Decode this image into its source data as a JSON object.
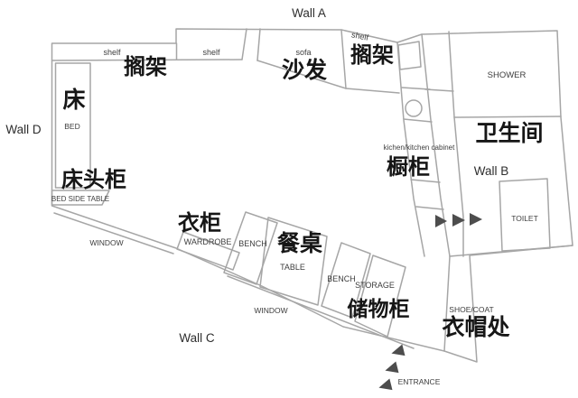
{
  "walls": {
    "a": "Wall A",
    "b": "Wall B",
    "c": "Wall C",
    "d": "Wall D"
  },
  "labels": {
    "bed": {
      "zh": "床",
      "en": "BED"
    },
    "bedside_table": {
      "zh": "床头柜",
      "en": "BED SIDE TABLE"
    },
    "shelf_left": {
      "zh": "搁架",
      "en": "shelf"
    },
    "shelf_mid": {
      "en": "shelf"
    },
    "sofa": {
      "zh": "沙发",
      "en": "sofa"
    },
    "shelf_right": {
      "zh": "搁架",
      "en": "shelf"
    },
    "wardrobe": {
      "zh": "衣柜",
      "en": "WARDROBE"
    },
    "bench_left": {
      "en": "BENCH"
    },
    "dining_table": {
      "zh": "餐桌",
      "en": "TABLE"
    },
    "bench_right": {
      "en": "BENCH"
    },
    "storage": {
      "zh": "储物柜",
      "en": "STORAGE"
    },
    "kitchen": {
      "zh": "橱柜",
      "en": "kichen/kitchen cabinet"
    },
    "shower": {
      "en": "SHOWER"
    },
    "bathroom": {
      "zh": "卫生间"
    },
    "toilet": {
      "en": "TOILET"
    },
    "shoe_coat": {
      "zh": "衣帽处",
      "en": "SHOE/COAT"
    },
    "entrance": {
      "en": "ENTRANCE"
    },
    "window_left": {
      "en": "WINDOW"
    },
    "window_right": {
      "en": "WINDOW"
    }
  },
  "colors": {
    "line": "#a6a6a6",
    "chinese_text": "#161616",
    "english_text": "#3d3d3d",
    "wall_text": "#2e2e2e",
    "arrow": "#4d4d4d",
    "background": "#ffffff"
  }
}
